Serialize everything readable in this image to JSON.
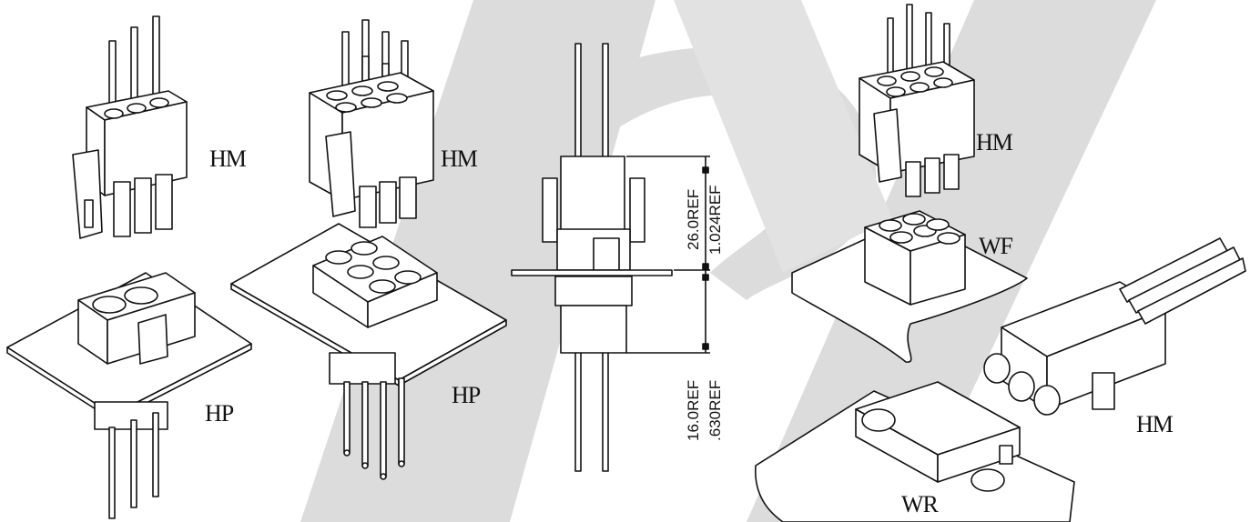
{
  "colors": {
    "watermark_gray": "#d9d9d9",
    "watermark_red": "#f6c9c9",
    "line": "#111111"
  },
  "labels": {
    "hm_1": "HM",
    "hm_2": "HM",
    "hm_3": "HM",
    "hm_4": "HM",
    "hp_1": "HP",
    "hp_2": "HP",
    "wf": "WF",
    "wr": "WR"
  },
  "dimensions": {
    "upper_mm": "26.0REF",
    "upper_in": "1.024REF",
    "lower_mm": "16.0REF",
    "lower_in": ".630REF"
  }
}
